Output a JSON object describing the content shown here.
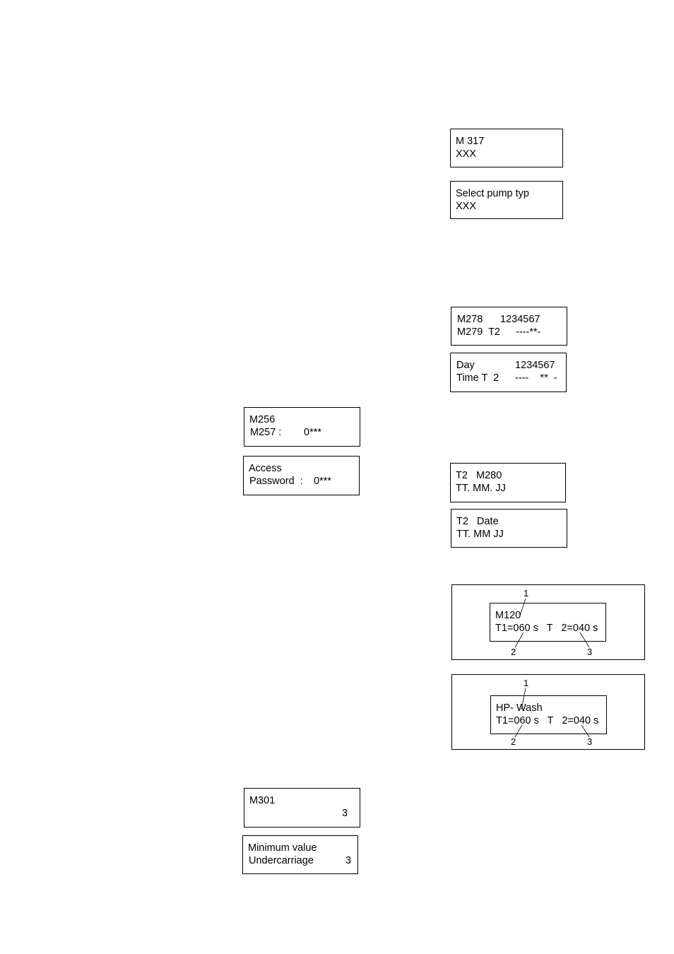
{
  "displays": {
    "m317": {
      "line1": "M 317",
      "line2": "XXX"
    },
    "select_pump": {
      "line1": "Select pump typ",
      "line2": "XXX"
    },
    "m278": {
      "line1_label": "M278",
      "line1_value": "1234567",
      "line2_label": "M279  T2",
      "line2_value": "----**-"
    },
    "day": {
      "line1_label": "Day",
      "line1_value": "1234567",
      "line2_label": "Time T  2",
      "line2_value": "----    **  -"
    },
    "m256": {
      "line1": "M256",
      "line2_label": "M257 :",
      "line2_value": "0***"
    },
    "access": {
      "line1": "Access",
      "line2_label": "Password  :",
      "line2_value": "0***"
    },
    "t2_m280": {
      "line1": "T2   M280",
      "line2": "TT. MM. JJ"
    },
    "t2_date": {
      "line1": "T2   Date",
      "line2": "TT. MM JJ"
    },
    "m120": {
      "line1": "M120",
      "line2": "T1=060 s   T   2=040 s",
      "callouts": [
        "1",
        "2",
        "3"
      ]
    },
    "hp_wash": {
      "line1": "HP- Wash",
      "line2": "T1=060 s   T   2=040 s",
      "callouts": [
        "1",
        "2",
        "3"
      ]
    },
    "m301": {
      "line1": "M301",
      "line2_value": "3"
    },
    "min_value": {
      "line1": "Minimum value",
      "line2_label": "Undercarriage",
      "line2_value": "3"
    }
  }
}
